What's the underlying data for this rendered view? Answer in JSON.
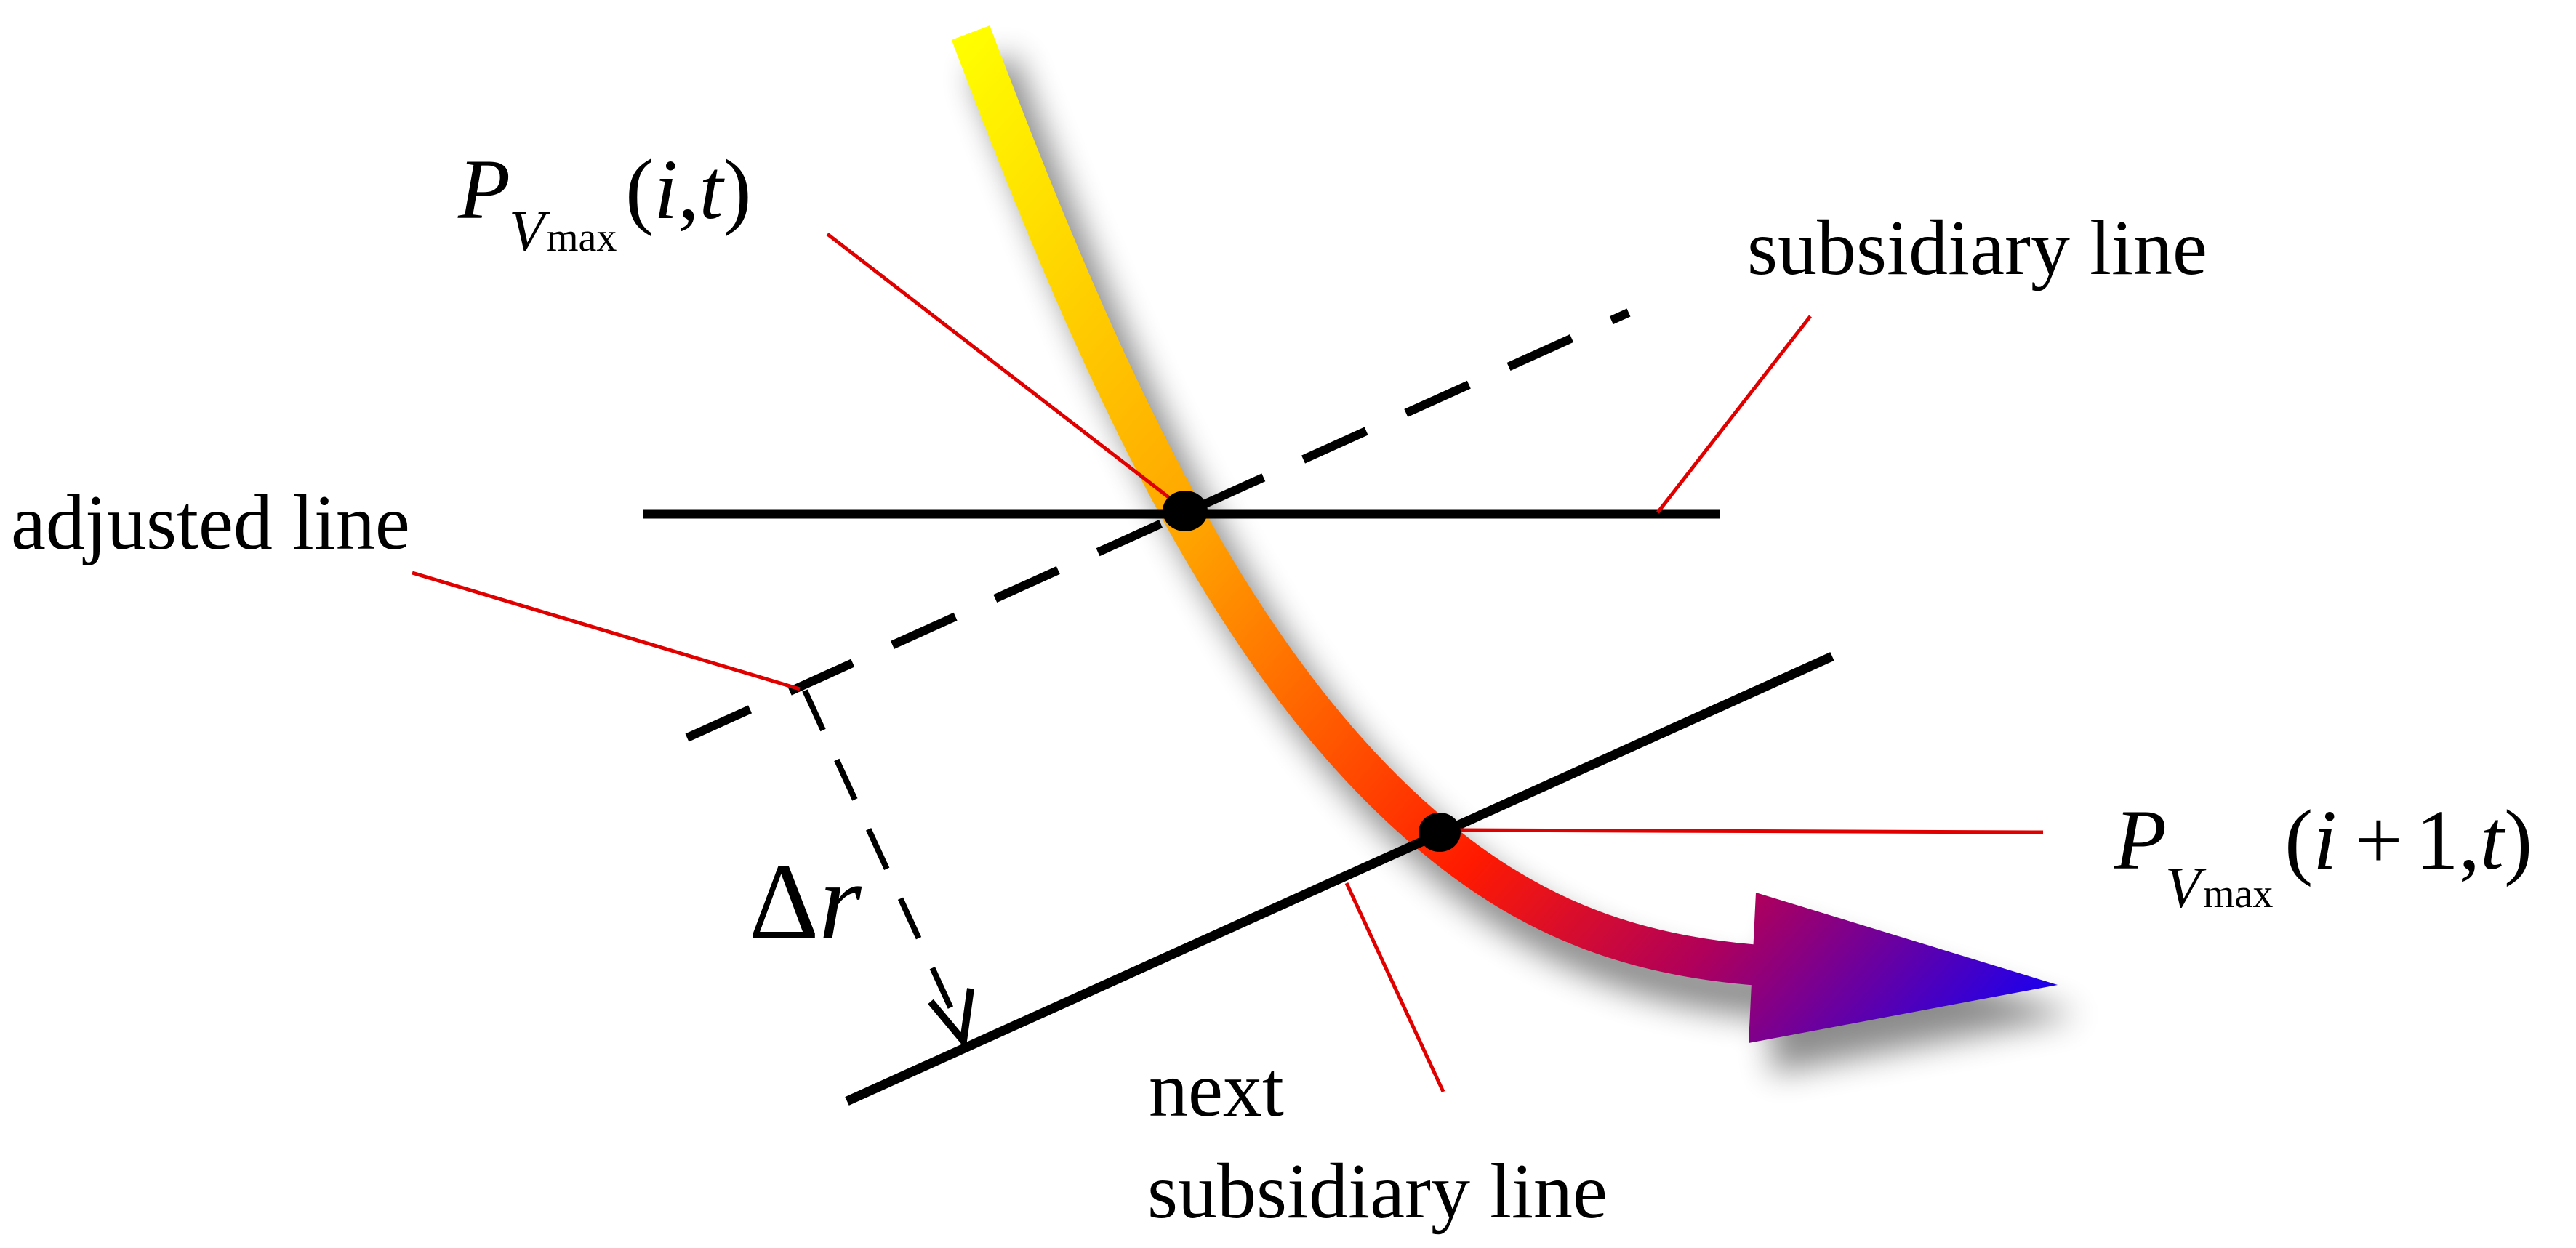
{
  "labels": {
    "subsidiary_line": "subsidiary line",
    "adjusted_line": "adjusted line",
    "next_subsidiary_line_1": "next",
    "next_subsidiary_line_2": "subsidiary line",
    "delta": "Δ",
    "r": "r"
  },
  "points": {
    "p1": {
      "P": "P",
      "V": "V",
      "max": "max",
      "open": "(",
      "i": "i",
      "comma": ",",
      "t": "t",
      "close": ")"
    },
    "p2": {
      "P": "P",
      "V": "V",
      "max": "max",
      "open": "(",
      "i": "i",
      "plus": "+",
      "one": "1",
      "comma": ",",
      "t": "t",
      "close": ")"
    }
  },
  "colors": {
    "curve_gradient": [
      "#ffff00",
      "#ffa500",
      "#ff0000",
      "#0000ff"
    ],
    "leader": "#e00000",
    "line": "#000000"
  }
}
